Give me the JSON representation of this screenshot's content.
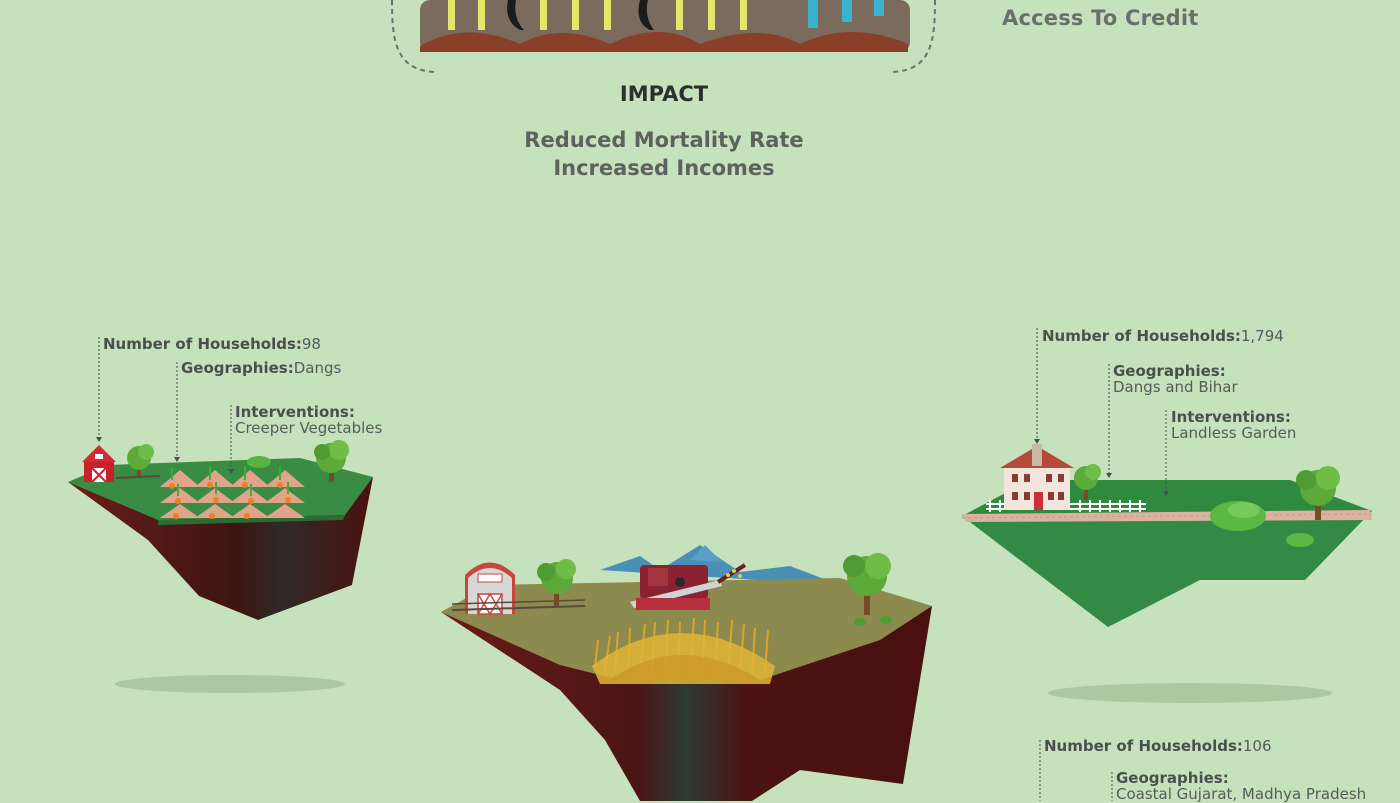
{
  "top_right": {
    "label": "Access To Credit"
  },
  "impact": {
    "title": "IMPACT",
    "lines": [
      "Reduced Mortality Rate",
      "Increased Incomes"
    ]
  },
  "islands": [
    {
      "households_label": "Number of Households:",
      "households_value": "98",
      "geographies_label": "Geographies:",
      "geographies_value": "Dangs",
      "interventions_label": "Interventions:",
      "interventions_value": "Creeper Vegetables"
    },
    {
      "households_label": "Number of Households:",
      "households_value": "1,794",
      "geographies_label": "Geographies:",
      "geographies_value": "Dangs and Bihar",
      "interventions_label": "Interventions:",
      "interventions_value": "Landless Garden"
    },
    {
      "households_label": "Number of Households:",
      "households_value": "106",
      "geographies_label": "Geographies:",
      "geographies_value": "Coastal Gujarat, Madhya Pradesh"
    }
  ],
  "colors": {
    "background": "#c6e2bc",
    "soil_dark": "#4a1414",
    "grass": "#338a44",
    "field": "#8c8a4e"
  }
}
